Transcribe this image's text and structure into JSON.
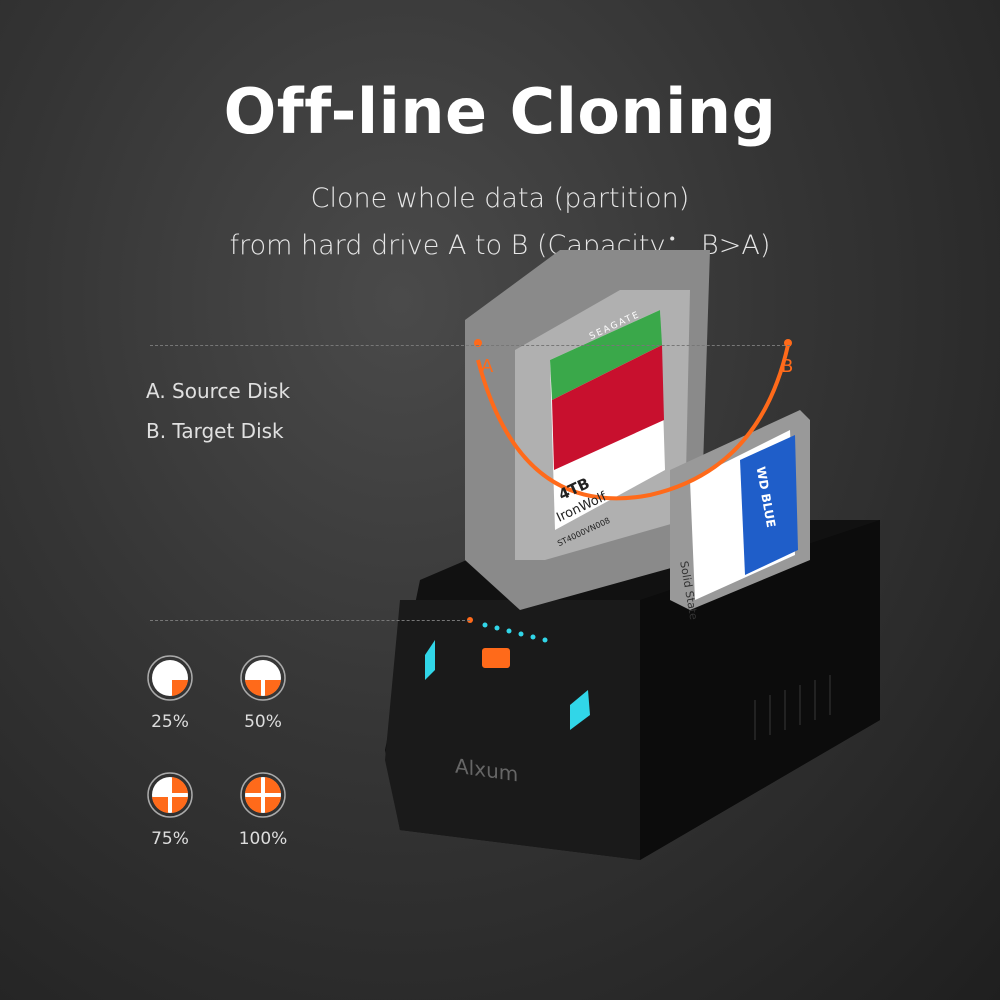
{
  "title": "Off-line Cloning",
  "subtitle": [
    "Clone whole data (partition)",
    "from hard drive A to B (Capacity： B>A)"
  ],
  "legend": {
    "a_marker": "A",
    "b_marker": "B",
    "a_label": "A. Source Disk",
    "b_label": "B. Target Disk"
  },
  "progress_indicators": [
    {
      "label": "25%",
      "value": 25,
      "icon": "quarter-pie-icon"
    },
    {
      "label": "50%",
      "value": 50,
      "icon": "half-pie-icon"
    },
    {
      "label": "75%",
      "value": 75,
      "icon": "three-quarter-pie-icon"
    },
    {
      "label": "100%",
      "value": 100,
      "icon": "full-pie-icon"
    }
  ],
  "product": {
    "brand": "Alxum",
    "hdd_brand": "SEAGATE",
    "hdd_model": "IronWolf",
    "hdd_capacity": "4TB",
    "hdd_part": "ST4000VN008",
    "ssd_brand": "WD BLUE",
    "ssd_type": "Solid State"
  },
  "colors": {
    "accent": "#ff6a1a",
    "led": "#31d6e8",
    "background": "#333333"
  }
}
